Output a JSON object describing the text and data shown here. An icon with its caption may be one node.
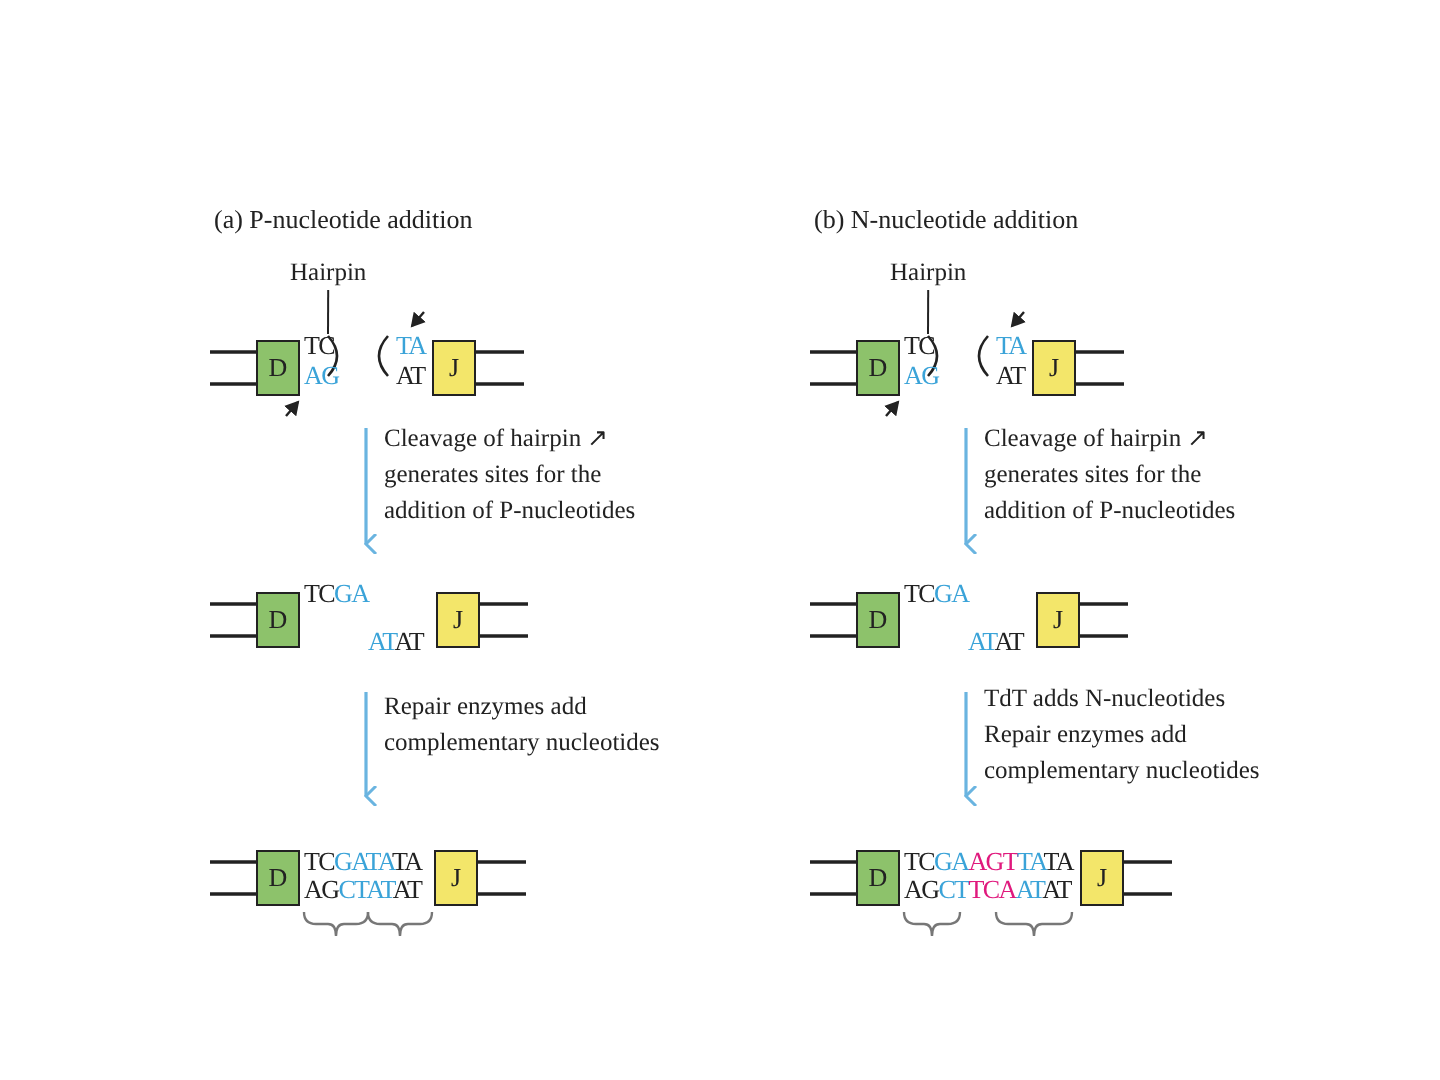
{
  "diagram": {
    "nodes": [
      {
        "text": [
          "Hairpin"
        ]
      },
      {
        "text": [],
        "shape": "arc"
      },
      {
        "text": [
          "D"
        ]
      },
      {
        "text": [
          "J"
        ]
      },
      {
        "text": [
          "D"
        ]
      },
      {
        "text": [
          "J"
        ]
      },
      {
        "text": [
          "D"
        ]
      },
      {
        "text": [
          "J"
        ]
      },
      {
        "text": [
          "Hairpin"
        ]
      },
      {
        "text": [],
        "shape": "arc"
      },
      {
        "text": [
          "D"
        ]
      },
      {
        "text": [
          "J"
        ]
      },
      {
        "text": [
          "D"
        ]
      },
      {
        "text": [
          "J"
        ]
      },
      {
        "text": [
          "D"
        ]
      },
      {
        "text": [
          "J"
        ]
      }
    ],
    "edges": [
      {
        "from": 0,
        "to": 1,
        "arrow": "none"
      },
      {
        "from": 8,
        "to": 9,
        "arrow": "none"
      }
    ],
    "labels": [
      "(a) P-nucleotide addition",
      "TC",
      "AG",
      "TA",
      "AT",
      "Cleavage of hairpin ↗ generates sites for the addition of P-nucleotides",
      "TCGA",
      "ATAT",
      "Repair enzymes add complementary nucleotides",
      "TCGATATA",
      "AGCTATAT",
      "(b) N-nucleotide addition",
      "TC",
      "AG",
      "TA",
      "AT",
      "Cleavage of hairpin ↗ generates sites for the addition of P-nucleotides",
      "TCGA",
      "ATAT",
      "TdT adds N-nucleotides",
      "Repair enzymes add complementary nucleotides",
      "TCGAAGTTATA",
      "AGCTTCAATAT"
    ]
  }
}
